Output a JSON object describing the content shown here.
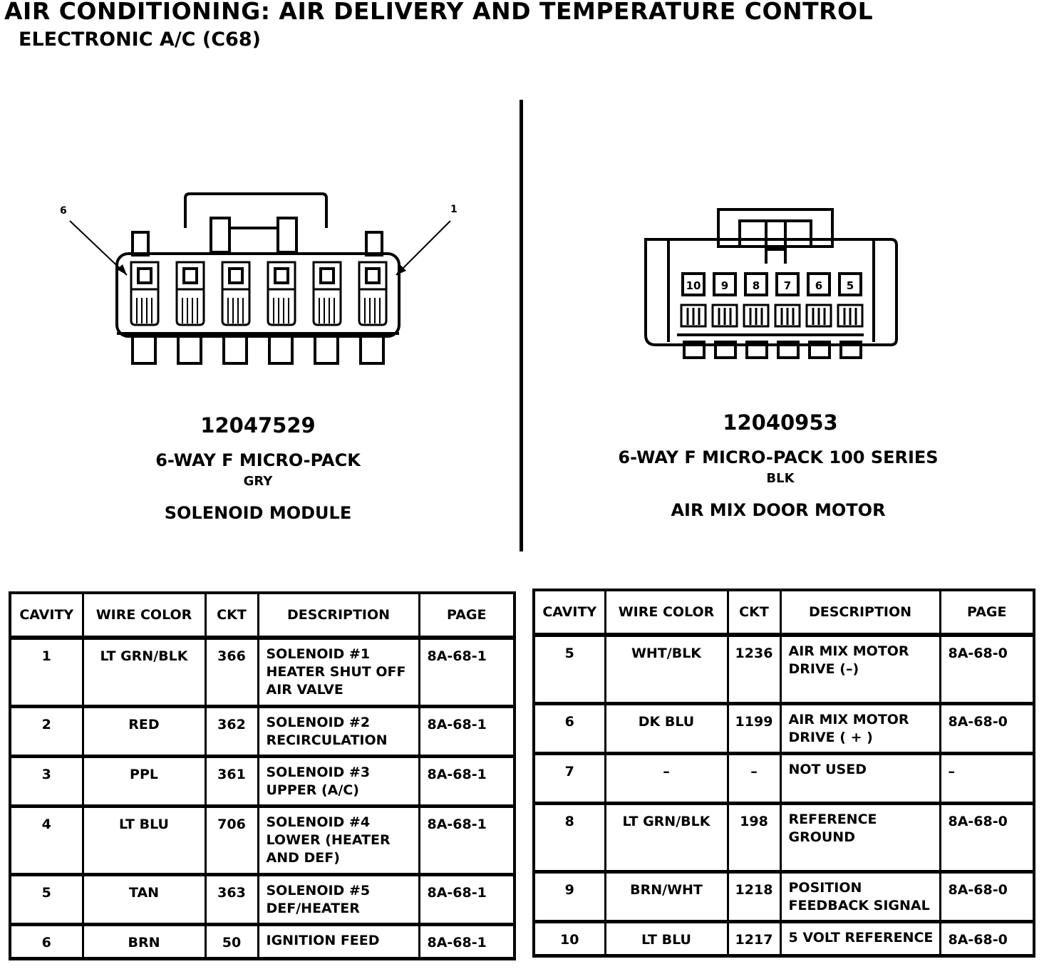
{
  "header": {
    "title": "AIR CONDITIONING:  AIR DELIVERY AND TEMPERATURE CONTROL",
    "subtitle": "ELECTRONIC A/C (C68)"
  },
  "left_connector": {
    "part_number": "12047529",
    "name": "6-WAY F MICRO-PACK",
    "color": "GRY",
    "component": "SOLENOID MODULE",
    "callout_left": "6",
    "callout_right": "1"
  },
  "right_connector": {
    "part_number": "12040953",
    "name": "6-WAY F MICRO-PACK 100 SERIES",
    "color": "BLK",
    "component": "AIR MIX DOOR MOTOR",
    "cavity_labels": [
      "10",
      "9",
      "8",
      "7",
      "6",
      "5"
    ]
  },
  "table_headers": {
    "cavity": "CAVITY",
    "wire_color": "WIRE COLOR",
    "ckt": "CKT",
    "description": "DESCRIPTION",
    "page": "PAGE"
  },
  "left_table": [
    {
      "cavity": "1",
      "wire": "LT GRN/BLK",
      "ckt": "366",
      "desc": [
        "SOLENOID #1",
        "HEATER SHUT OFF",
        "AIR VALVE"
      ],
      "page": "8A-68-1"
    },
    {
      "cavity": "2",
      "wire": "RED",
      "ckt": "362",
      "desc": [
        "SOLENOID #2",
        "RECIRCULATION"
      ],
      "page": "8A-68-1"
    },
    {
      "cavity": "3",
      "wire": "PPL",
      "ckt": "361",
      "desc": [
        "SOLENOID #3",
        "UPPER (A/C)"
      ],
      "page": "8A-68-1"
    },
    {
      "cavity": "4",
      "wire": "LT BLU",
      "ckt": "706",
      "desc": [
        "SOLENOID #4",
        "LOWER (HEATER",
        "AND DEF)"
      ],
      "page": "8A-68-1"
    },
    {
      "cavity": "5",
      "wire": "TAN",
      "ckt": "363",
      "desc": [
        "SOLENOID #5",
        "DEF/HEATER"
      ],
      "page": "8A-68-1"
    },
    {
      "cavity": "6",
      "wire": "BRN",
      "ckt": "50",
      "desc": [
        "IGNITION FEED"
      ],
      "page": "8A-68-1"
    }
  ],
  "right_table": [
    {
      "cavity": "5",
      "wire": "WHT/BLK",
      "ckt": "1236",
      "desc": [
        "AIR MIX MOTOR",
        "DRIVE (–)"
      ],
      "page": "8A-68-0"
    },
    {
      "cavity": "6",
      "wire": "DK BLU",
      "ckt": "1199",
      "desc": [
        "AIR MIX MOTOR",
        "DRIVE ( + )"
      ],
      "page": "8A-68-0"
    },
    {
      "cavity": "7",
      "wire": "–",
      "ckt": "–",
      "desc": [
        "NOT USED"
      ],
      "page": "–"
    },
    {
      "cavity": "8",
      "wire": "LT GRN/BLK",
      "ckt": "198",
      "desc": [
        "REFERENCE",
        "GROUND"
      ],
      "page": "8A-68-0"
    },
    {
      "cavity": "9",
      "wire": "BRN/WHT",
      "ckt": "1218",
      "desc": [
        "POSITION",
        "FEEDBACK SIGNAL"
      ],
      "page": "8A-68-0"
    },
    {
      "cavity": "10",
      "wire": "LT BLU",
      "ckt": "1217",
      "desc": [
        "5 VOLT REFERENCE"
      ],
      "page": "8A-68-0"
    }
  ]
}
